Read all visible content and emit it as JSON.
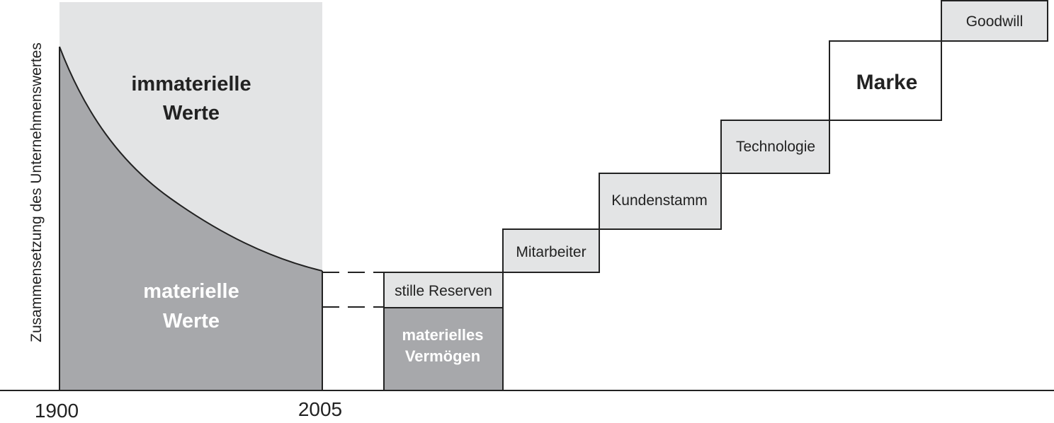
{
  "y_axis_label": "Zusammensetzung des Unternehmenswertes",
  "x_tick_start": "1900",
  "x_tick_end": "2005",
  "area_upper_label": [
    "immaterielle",
    "Werte"
  ],
  "area_lower_label": [
    "materielle",
    "Werte"
  ],
  "boxes": {
    "stille_reserven": "stille Reserven",
    "materielles_vermoegen": [
      "materielles",
      "Vermögen"
    ],
    "mitarbeiter": "Mitarbeiter",
    "kundenstamm": "Kundenstamm",
    "technologie": "Technologie",
    "marke": "Marke",
    "goodwill": "Goodwill"
  },
  "colors": {
    "light_grey": "#e3e4e5",
    "dark_grey": "#a7a8ab",
    "outline": "#222222",
    "white_text": "#ffffff",
    "text": "#222222"
  }
}
